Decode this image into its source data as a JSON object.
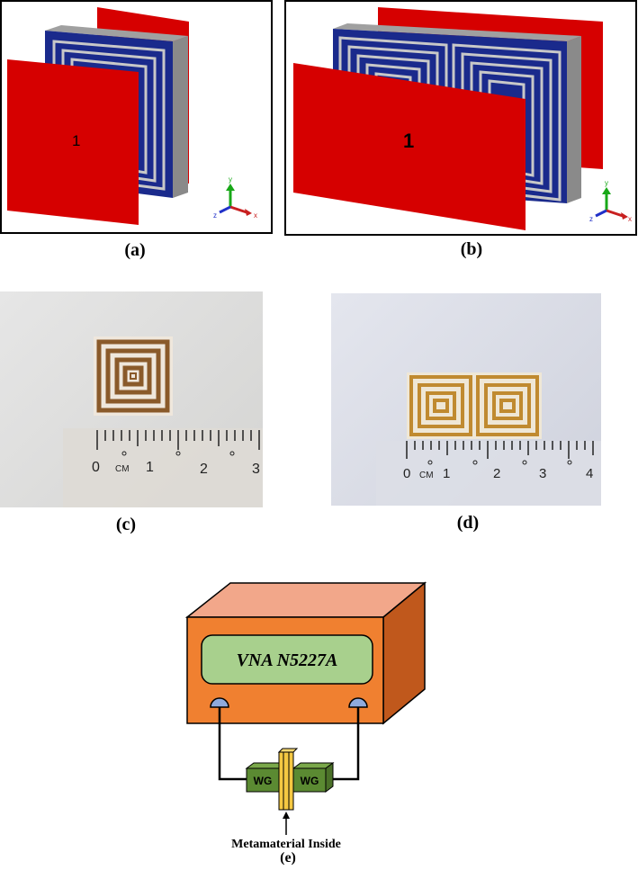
{
  "panels": {
    "a": {
      "caption": "(a)",
      "port_label": "1",
      "axis_labels": {
        "y": "y",
        "x": "x",
        "z": "z"
      }
    },
    "b": {
      "caption": "(b)",
      "port_label": "1",
      "axis_labels": {
        "y": "y",
        "x": "x",
        "z": "z"
      }
    },
    "c": {
      "caption": "(c)",
      "ruler_unit": "CM",
      "ruler_numbers": [
        "0",
        "1",
        "2",
        "3"
      ]
    },
    "d": {
      "caption": "(d)",
      "ruler_unit": "CM",
      "ruler_numbers": [
        "0",
        "1",
        "2",
        "3",
        "4"
      ]
    },
    "e": {
      "caption": "(e)",
      "device_label": "VNA N5227A",
      "waveguide_left": "WG",
      "waveguide_right": "WG",
      "annotation": "Metamaterial Inside"
    }
  },
  "colors": {
    "port_red": "#d60000",
    "substrate_blue": "#1a2a8c",
    "spiral_gray": "#c8c8c8",
    "vna_front": "#f08030",
    "vna_top": "#f2a78a",
    "vna_side": "#c0581c",
    "vna_screen": "#a8d08d",
    "connector": "#8faadc",
    "waveguide": "#5b8a32",
    "metamaterial": "#f5c842",
    "copper": "#b8862c"
  }
}
